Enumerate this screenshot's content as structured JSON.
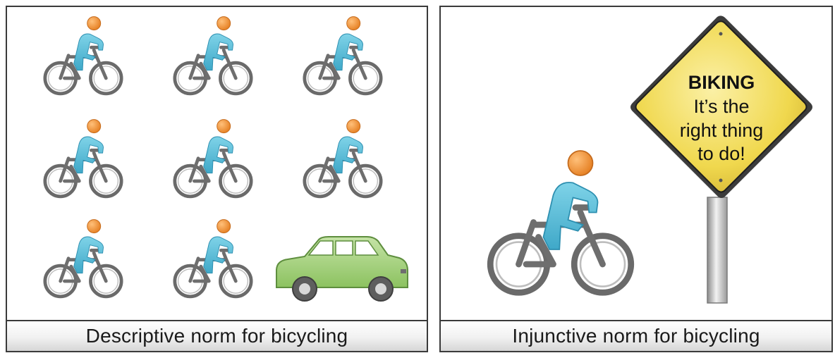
{
  "panels": [
    {
      "caption": "Descriptive norm for bicycling",
      "grid": [
        [
          "cyclist",
          "cyclist",
          "cyclist"
        ],
        [
          "cyclist",
          "cyclist",
          "cyclist"
        ],
        [
          "cyclist",
          "cyclist",
          "car"
        ]
      ]
    },
    {
      "caption": "Injunctive norm for bicycling",
      "sign": {
        "heading": "BIKING",
        "lines": [
          "It’s the",
          "right thing",
          "to do!"
        ]
      }
    }
  ],
  "colors": {
    "rider_body": "#5bbfd9",
    "rider_head": "#f2993a",
    "bike_frame": "#6e6e6e",
    "car_body": "#a6d27f",
    "sign_face": "#f0d84e",
    "panel_border": "#3a3a3a"
  }
}
